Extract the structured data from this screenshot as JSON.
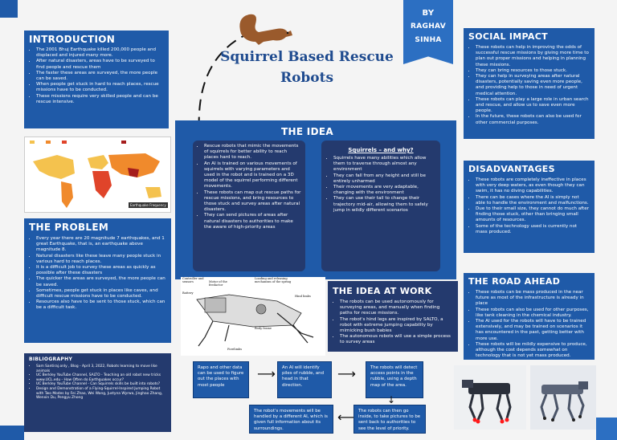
{
  "title": {
    "line1": "Squirrel Based Rescue",
    "line2": "Robots"
  },
  "author": {
    "by": "BY",
    "first": "RAGHAV",
    "last": "SINHA"
  },
  "introduction": {
    "heading": "INTRODUCTION",
    "items": [
      "The 2001 Bhuj Earthquake killed 200,000 people and displaced and injured many more.",
      "After natural disasters, areas have to be surveyed to find people and rescue them",
      "The faster these areas are surveyed, the more people can be saved.",
      "When people get stuck in hard to reach places, rescue missions have to be conducted.",
      "These missions require very skilled people and can be rescue intensive."
    ]
  },
  "map_caption": "Earthquake Frequency",
  "problem": {
    "heading": "THE PROBLEM",
    "items": [
      "Every year there are 20 magnitude 7 earthquakes, and 1 great Earthquake, that is, an earthquake above magnitude 8.",
      "Natural disasters like these leave many people stuck in various hard to reach places.",
      "It is a difficult job to survey these areas as quickly as possible after these disasters",
      "The quicker the areas are surveyed, the more people can be saved.",
      "Sometimes, people get stuck in places like caves, and difficult rescue missions have to be conducted.",
      "Resources also have to be sent to those stuck, which can be a difficult task."
    ]
  },
  "bibliography": {
    "heading": "BIBLIOGRAPHY",
    "items": [
      "Sam Santiraj.only , Blog - April 3, 2022, Robots learning to move like animals",
      "UC Berkley YouTube Channel, SALTO - Teaching an old robot new tricks",
      "www.UCL.edu - How Often do Earthquakes occur?",
      "UC Berkley YouTube Channel - Can Squirrels skills be built into robots?",
      "Design and Demonstration of a Flying-Squirrel-Inspired Jumping Robot with Two Modes by Fei Zhao, Wei Wang, Justyna Wyrwa, Jinghao Zhang, Wenxin Du, Pengyu Zhong"
    ]
  },
  "idea": {
    "heading": "THE IDEA",
    "items": [
      "Rescue robots that mimic the movements of squirrels for better ability to reach places hard to reach.",
      "An AI is trained on various movements of squirrels with varying parameters and used in the robot and is trained on a 3D model of the squirrel performing different movements.",
      "These robots can map out rescue paths for rescue missions, and bring resources to those stuck and survey areas after natural disasters.",
      "They can send pictures of areas after natural disasters to authorities to make the aware of high-priority areas"
    ],
    "why_title": "Squirrels – and why?",
    "why_items": [
      "Squirrels have many abilities which allow them to traverse through almost any environment",
      "They can fall from any height and still be entirely unharmed",
      "Their movements are very adaptable, changing with the environment",
      "They can use their tail to change their trajectory mid-air, allowing them to safely jump in wildly different scenarios"
    ]
  },
  "diagram": {
    "labels": [
      "Controller and sensors",
      "Motor of the feedactor",
      "Loading and releasing mechanism of the spring",
      "Battery",
      "Hind limbs",
      "Body frame",
      "Forelimbs"
    ]
  },
  "at_work": {
    "heading": "THE IDEA AT WORK",
    "items": [
      "The robots can be used autonomously for surveying areas, and manually when finding paths for rescue missions.",
      "The robot's hind legs are inspired by SALTO, a robot with extreme jumping capability by mimicking bush babies",
      "The autonomous robots will use a simple process to survey areas"
    ]
  },
  "flow": {
    "step1": "Rapo and other data can be used to figure out the places with most people",
    "step2": "An AI will identify piles of rubble, and head in that direction.",
    "step3": "The robots will detect access points in the rubble, using a depth map of the area.",
    "step4": "The robot's movements will be handled by a different AI, which is given full information about its surroundings.",
    "step5": "The robots can then go inside, to take pictures to be sent back to authorities to see the level of priority."
  },
  "social": {
    "heading": "SOCIAL IMPACT",
    "items": [
      "These robots can help in improving the odds of successful rescue missions by giving more time to plan out proper missions and helping in planning these missions.",
      "They can bring resources to those stuck.",
      "They can help in surveying areas after natural disasters, potentially saving even more people, and providing help to those in need of urgent medical attention.",
      "These robots can play a large role in urban search and rescue, and allow us to save even more people.",
      "In the future, these robots can also be used for other commercial purposes."
    ]
  },
  "disadvantages": {
    "heading": "DISADVANTAGES",
    "items": [
      "These robots are completely ineffective in places with very deep waters, as even though they can swim, it has no diving capabilities.",
      "There can be cases where the AI is simply not able to handle the environment and malfunctions.",
      "Due to their small size, they cannot do much after finding those stuck, other than bringing small amounts of resources.",
      "Some of the technology used is currently not mass produced."
    ]
  },
  "road": {
    "heading": "THE ROAD AHEAD",
    "items": [
      "These robots can be mass produced in the near future as most of the infrastructure is already in place",
      "These robots can also be used for other purposes, like tank cleaning in the chemical industry.",
      "The AI used for the robots will have to be trained extensively, and may be trained on scenarios it has encountered in the past, getting better with more use.",
      "These robots will be mildly expensive to produce, although the cost depends somewhat on technology that is not yet mass produced."
    ]
  },
  "colors": {
    "panel": "#1f5aa8",
    "dark": "#243a6e",
    "mid": "#2c6fc2",
    "accent": "#ff1a1a"
  }
}
